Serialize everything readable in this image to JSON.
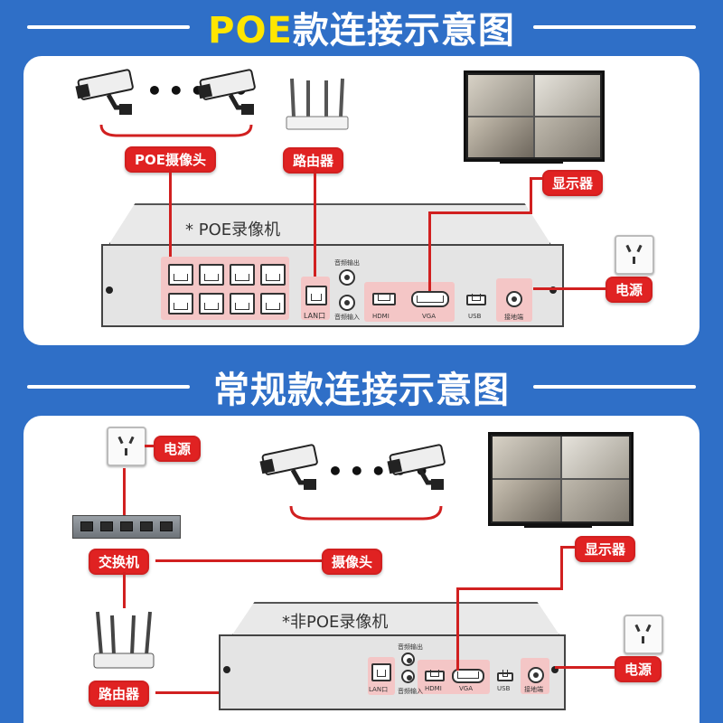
{
  "section1": {
    "title_highlight": "POE",
    "title_rest": "款连接示意图",
    "labels": {
      "poe_camera": "POE摄像头",
      "router": "路由器",
      "monitor": "显示器",
      "power": "电源"
    },
    "nvr": {
      "name": "* POE录像机",
      "port_labels": {
        "audio_out": "音频输出",
        "audio_in": "音频输入",
        "lan": "LAN口",
        "hdmi": "HDMI",
        "vga": "VGA",
        "usb": "USB",
        "ground": "接地端"
      }
    }
  },
  "section2": {
    "title": "常规款连接示意图",
    "labels": {
      "power": "电源",
      "switch": "交换机",
      "camera": "摄像头",
      "monitor": "显示器",
      "router": "路由器",
      "power2": "电源"
    },
    "nvr": {
      "name": "*非POE录像机",
      "port_labels": {
        "audio_out": "音频输出",
        "audio_in": "音频输入",
        "lan": "LAN口",
        "hdmi": "HDMI",
        "vga": "VGA",
        "usb": "USB",
        "ground": "接地端"
      }
    }
  },
  "colors": {
    "accent_red": "#d12020",
    "band_blue": "#2f6fc7",
    "title_yellow": "#ffe600"
  },
  "icons": [
    "camera-icon",
    "router-icon",
    "monitor-icon",
    "outlet-icon",
    "switch-icon"
  ]
}
